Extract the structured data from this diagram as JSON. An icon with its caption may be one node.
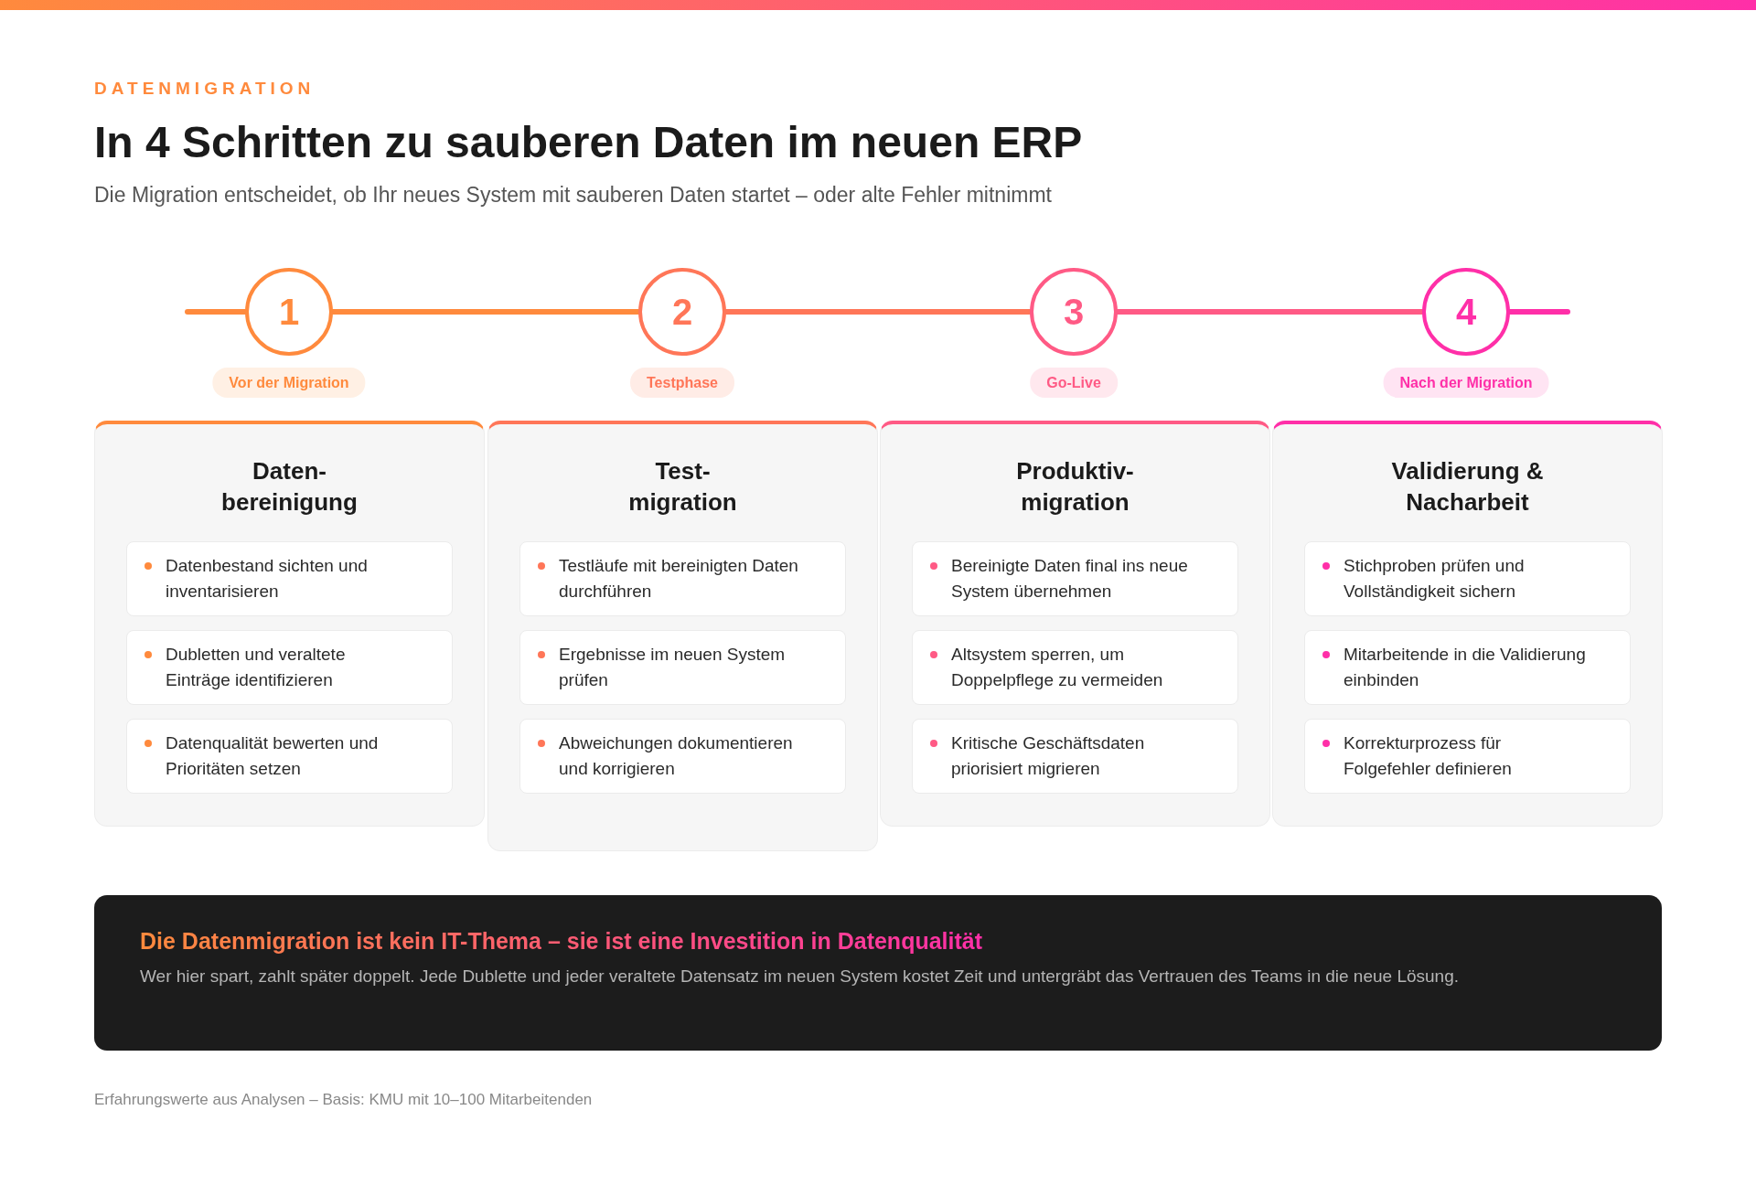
{
  "diagram": {
    "title": "In 4 Schritten zu sauberen Daten im neuen ERP",
    "nodes": [
      {
        "text": [
          "1"
        ]
      },
      {
        "text": [
          "2"
        ]
      },
      {
        "text": [
          "3"
        ]
      },
      {
        "text": [
          "4"
        ]
      },
      {
        "text": [
          "Vor der Migration"
        ]
      },
      {
        "text": [
          "Testphase"
        ]
      },
      {
        "text": [
          "Go-Live"
        ]
      },
      {
        "text": [
          "Nach der Migration"
        ]
      },
      {
        "text": [
          "Daten- bereinigung"
        ]
      },
      {
        "text": [
          "Datenbestand sichten und inventarisieren"
        ],
        "in": 8
      },
      {
        "text": [
          "Dubletten und veraltete Einträge identifizieren"
        ],
        "in": 8
      },
      {
        "text": [
          "Datenqualität bewerten und Prioritäten setzen"
        ],
        "in": 8
      },
      {
        "text": [
          "Test- migration"
        ]
      },
      {
        "text": [
          "Testläufe mit bereinigten Daten durchführen"
        ],
        "in": 12
      },
      {
        "text": [
          "Ergebnisse im neuen System prüfen"
        ],
        "in": 12
      },
      {
        "text": [
          "Abweichungen dokumentieren und korrigieren"
        ],
        "in": 12
      },
      {
        "text": [
          "Produktiv- migration"
        ]
      },
      {
        "text": [
          "Bereinigte Daten final ins neue System übernehmen"
        ],
        "in": 16
      },
      {
        "text": [
          "Altsystem sperren, um Doppelpflege zu vermeiden"
        ],
        "in": 16
      },
      {
        "text": [
          "Kritische Geschäftsdaten priorisiert migrieren"
        ],
        "in": 16
      },
      {
        "text": [
          "Validierung & Nacharbeit"
        ]
      },
      {
        "text": [
          "Stichproben prüfen und Vollständigkeit sichern"
        ],
        "in": 20
      },
      {
        "text": [
          "Mitarbeitende in die Validierung einbinden"
        ],
        "in": 20
      },
      {
        "text": [
          "Korrekturprozess für Folgefehler definieren"
        ],
        "in": 20
      },
      {
        "text": [
          "Die Datenmigration ist kein IT-Thema – sie ist eine Investition in Datenqualität",
          "Wer hier spart, zahlt später doppelt. Jede Dublette und jeder veraltete Datensatz im neuen System kostet Zeit und untergräbt das Vertrauen des Teams in die neue Lösung."
        ]
      }
    ],
    "edges": [
      {
        "from": null,
        "to": 0,
        "arrow": "none",
        "color": "#ff8a3d"
      },
      {
        "from": 0,
        "to": 1,
        "arrow": "none",
        "color": "#ff8a3d"
      },
      {
        "from": 1,
        "to": 2,
        "arrow": "none",
        "color": "#ff7658"
      },
      {
        "from": 2,
        "to": 3,
        "arrow": "none",
        "color": "#ff5a85"
      },
      {
        "from": 3,
        "to": null,
        "arrow": "none",
        "color": "#ff2fa8"
      }
    ],
    "labels": [
      "DATENMIGRATION",
      "Die Migration entscheidet, ob Ihr neues System mit sauberen Daten startet – oder alte Fehler mitnimmt",
      "Erfahrungswerte aus Analysen – Basis: KMU mit 10–100 Mitarbeitenden"
    ]
  }
}
